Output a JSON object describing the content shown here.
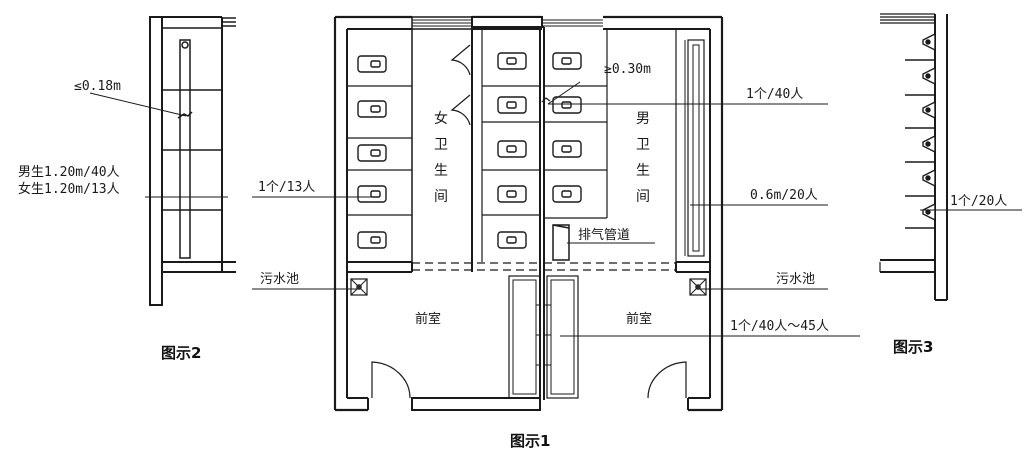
{
  "figure2": {
    "caption": "图示2",
    "min_spacing_label": "≤0.18m",
    "ratio_male": "男生1.20m/40人",
    "ratio_female": "女生1.20m/13人"
  },
  "figure1": {
    "caption": "图示1",
    "women_room_label": [
      "女",
      "卫",
      "生",
      "间"
    ],
    "men_room_label": [
      "男",
      "卫",
      "生",
      "间"
    ],
    "toilet_ratio_women": "1个/13人",
    "partition_gap": "≥0.30m",
    "toilet_ratio_men": "1个/40人",
    "urinal_trough_ratio": "0.6m/20人",
    "exhaust_duct": "排气管道",
    "mop_sink": "污水池",
    "anteroom_left": "前室",
    "anteroom_right": "前室",
    "washbasin_ratio": "1个/40人～45人"
  },
  "figure3": {
    "caption": "图示3",
    "urinal_ratio": "1个/20人"
  },
  "colors": {
    "line": "#1a1a1a",
    "background": "#ffffff"
  }
}
